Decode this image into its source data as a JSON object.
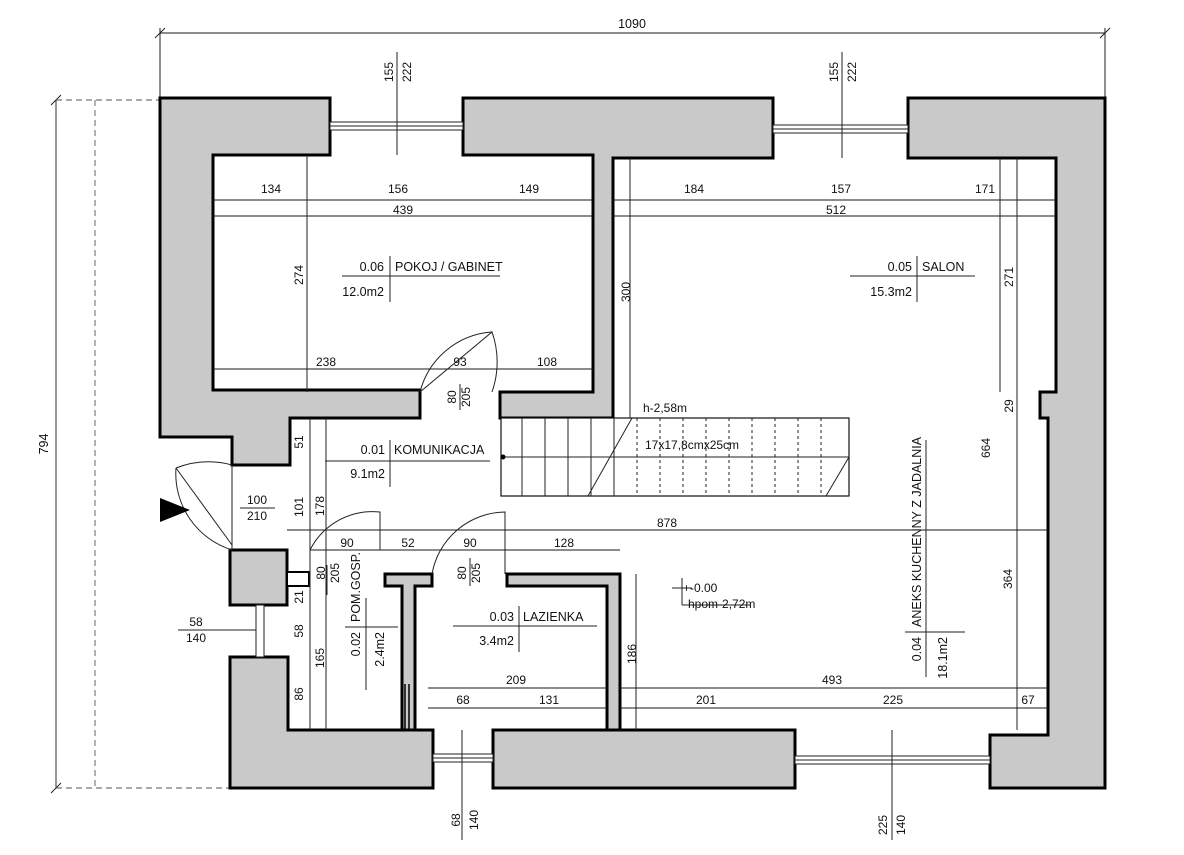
{
  "overall": {
    "width": "1090",
    "height": "794"
  },
  "windows_top": [
    {
      "top": "155",
      "bottom": "222"
    },
    {
      "top": "155",
      "bottom": "222"
    }
  ],
  "windows_bottom": [
    {
      "a": "68",
      "b": "140"
    },
    {
      "a": "225",
      "b": "140"
    }
  ],
  "window_left": {
    "a": "58",
    "b": "140"
  },
  "entrance_door": {
    "a": "100",
    "b": "210"
  },
  "rooms": {
    "gabinet": {
      "number": "0.06",
      "name": "POKOJ / GABINET",
      "area": "12.0m2"
    },
    "salon": {
      "number": "0.05",
      "name": "SALON",
      "area": "15.3m2"
    },
    "komunikacja": {
      "number": "0.01",
      "name": "KOMUNIKACJA",
      "area": "9.1m2"
    },
    "pom_gosp": {
      "number": "0.02",
      "name": "POM.GOSP.",
      "area": "2.4m2"
    },
    "lazienka": {
      "number": "0.03",
      "name": "LAZIENKA",
      "area": "3.4m2"
    },
    "aneks": {
      "number": "0.04",
      "name": "ANEKS KUCHENNY Z JADALNIA",
      "area": "18.1m2"
    }
  },
  "dims": {
    "g_top": [
      "134",
      "156",
      "149"
    ],
    "g_total": "439",
    "g_height": "274",
    "g_bottom": [
      "238",
      "93",
      "108"
    ],
    "s_top": [
      "184",
      "157",
      "171"
    ],
    "s_total": "512",
    "s_left": "300",
    "s_right": "271",
    "s_gap": "29",
    "right_tall": "664",
    "right_low": "364",
    "mid_878": "878",
    "row_b": [
      "90",
      "52",
      "90",
      "128"
    ],
    "left_col": [
      "51",
      "101",
      "178",
      "21",
      "58",
      "165",
      "86"
    ],
    "pom_small": "80",
    "laz_209": "209",
    "laz_186": "186",
    "b_bot": [
      "68",
      "131"
    ],
    "k_bot": [
      "201",
      "225",
      "67"
    ],
    "k_493": "493"
  },
  "doors": [
    {
      "a": "80",
      "b": "205"
    },
    {
      "a": "80",
      "b": "205"
    },
    {
      "a": "80",
      "b": "205"
    }
  ],
  "stair": {
    "height": "h-2,58m",
    "spec": "17x17,8cmx25cm"
  },
  "level": {
    "mark": "+-0.00",
    "hpom": "hpom-2,72m"
  }
}
